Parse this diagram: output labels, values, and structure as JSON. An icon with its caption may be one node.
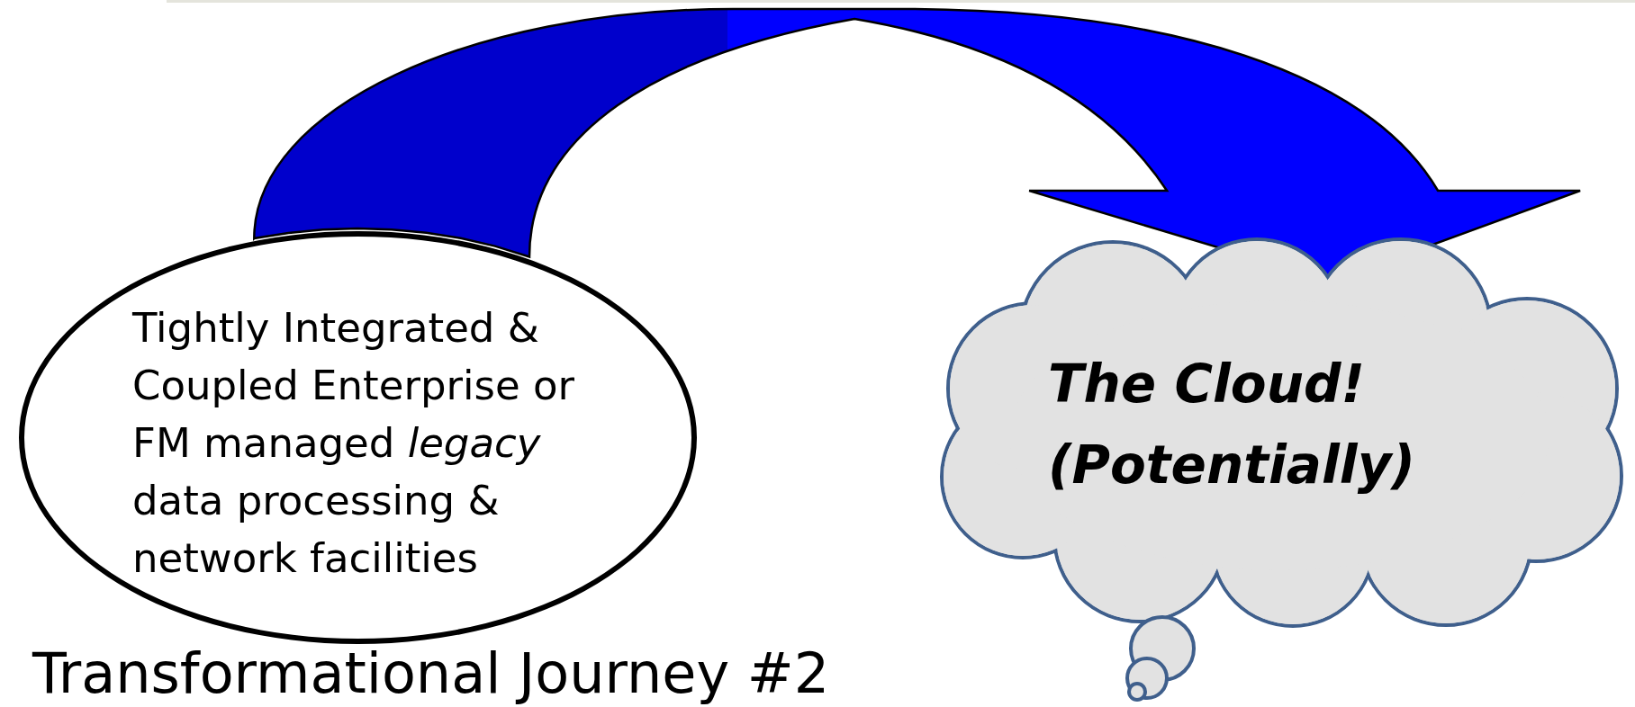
{
  "diagram": {
    "title": "Transformational Journey #2",
    "nodes": [
      {
        "text": [
          "Tightly Integrated & Coupled Enterprise or FM managed *legacy* data processing & network facilities"
        ]
      },
      {
        "text": [
          "The Cloud! (Potentially)"
        ]
      }
    ],
    "edges": [
      {
        "from": 0,
        "to": 1,
        "arrow": "to"
      }
    ]
  }
}
